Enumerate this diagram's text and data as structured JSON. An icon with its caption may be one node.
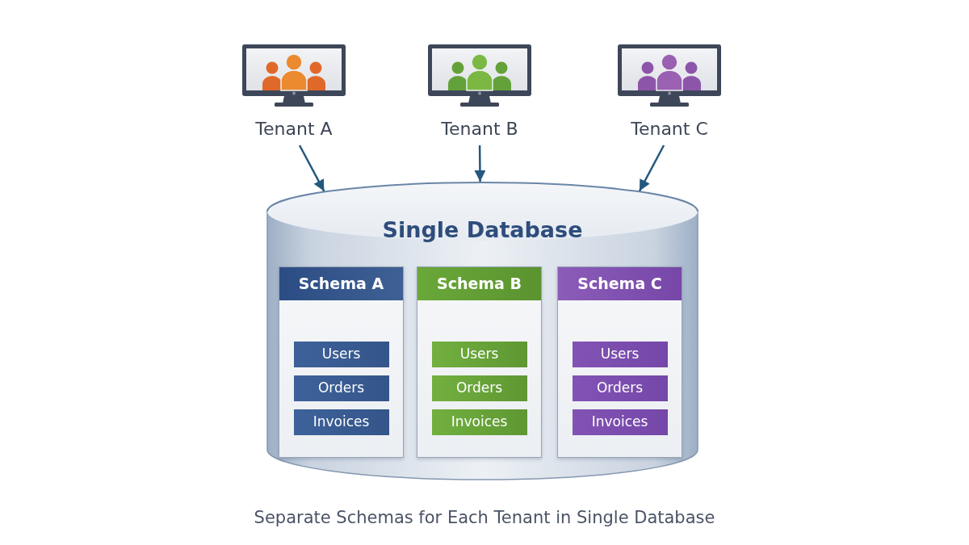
{
  "diagram": {
    "caption": "Separate Schemas for Each Tenant in Single Database",
    "nodes": [
      {
        "text": [
          "Tenant A"
        ]
      },
      {
        "text": [
          "Tenant B"
        ]
      },
      {
        "text": [
          "Tenant C"
        ]
      },
      {
        "text": [
          "Single Database"
        ]
      },
      {
        "text": [
          "Schema A"
        ],
        "in": 3
      },
      {
        "text": [
          "Users"
        ],
        "in": 4
      },
      {
        "text": [
          "Orders"
        ],
        "in": 4
      },
      {
        "text": [
          "Invoices"
        ],
        "in": 4
      },
      {
        "text": [
          "Schema B"
        ],
        "in": 3
      },
      {
        "text": [
          "Users"
        ],
        "in": 8
      },
      {
        "text": [
          "Orders"
        ],
        "in": 8
      },
      {
        "text": [
          "Invoices"
        ],
        "in": 8
      },
      {
        "text": [
          "Schema C"
        ],
        "in": 3
      },
      {
        "text": [
          "Users"
        ],
        "in": 12
      },
      {
        "text": [
          "Orders"
        ],
        "in": 12
      },
      {
        "text": [
          "Invoices"
        ],
        "in": 12
      }
    ],
    "edges": [
      {
        "from": 0,
        "to": 3,
        "arrow": "to"
      },
      {
        "from": 1,
        "to": 3,
        "arrow": "to"
      },
      {
        "from": 2,
        "to": 3,
        "arrow": "to"
      }
    ]
  }
}
